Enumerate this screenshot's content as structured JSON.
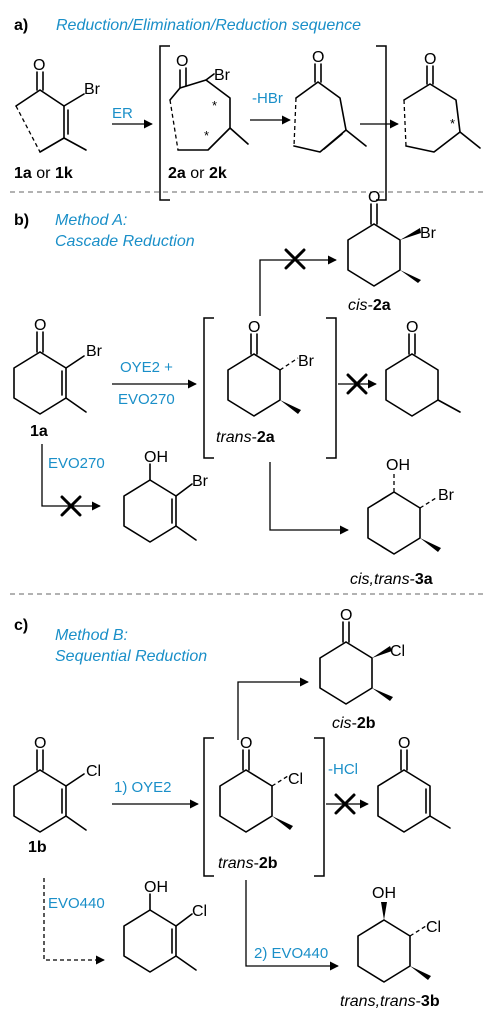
{
  "sectionA": {
    "tag": "a)",
    "title": "Reduction/Elimination/Reduction sequence",
    "reagent": "ER",
    "elimination": "-HBr",
    "start_label": {
      "l1": "1a",
      "or": "or",
      "l2": "1k"
    },
    "inter_label": {
      "l1": "2a",
      "or": "or",
      "l2": "2k"
    },
    "atoms": {
      "o": "O",
      "br": "Br",
      "star": "*"
    }
  },
  "sectionB": {
    "tag": "b)",
    "title_line1": "Method A:",
    "title_line2": "Cascade Reduction",
    "reagent1_line1": "OYE2 +",
    "reagent1_line2": "EVO270",
    "reagent2": "EVO270",
    "start_label": "1a",
    "inter_label": {
      "prefix": "trans",
      "num": "2a"
    },
    "cis_label": {
      "prefix": "cis",
      "num": "2a"
    },
    "product_label": {
      "prefix": "cis,trans",
      "num": "3a"
    },
    "atoms": {
      "o": "O",
      "oh": "OH",
      "br": "Br"
    }
  },
  "sectionC": {
    "tag": "c)",
    "title_line1": "Method B:",
    "title_line2": "Sequential Reduction",
    "reagent1": "1) OYE2",
    "elimination": "-HCl",
    "reagent2": "EVO440",
    "reagent3": "2) EVO440",
    "start_label": "1b",
    "inter_label": {
      "prefix": "trans",
      "num": "2b"
    },
    "cis_label": {
      "prefix": "cis",
      "num": "2b"
    },
    "product_label": {
      "prefix": "trans,trans",
      "num": "3b"
    },
    "atoms": {
      "o": "O",
      "oh": "OH",
      "cl": "Cl"
    }
  }
}
